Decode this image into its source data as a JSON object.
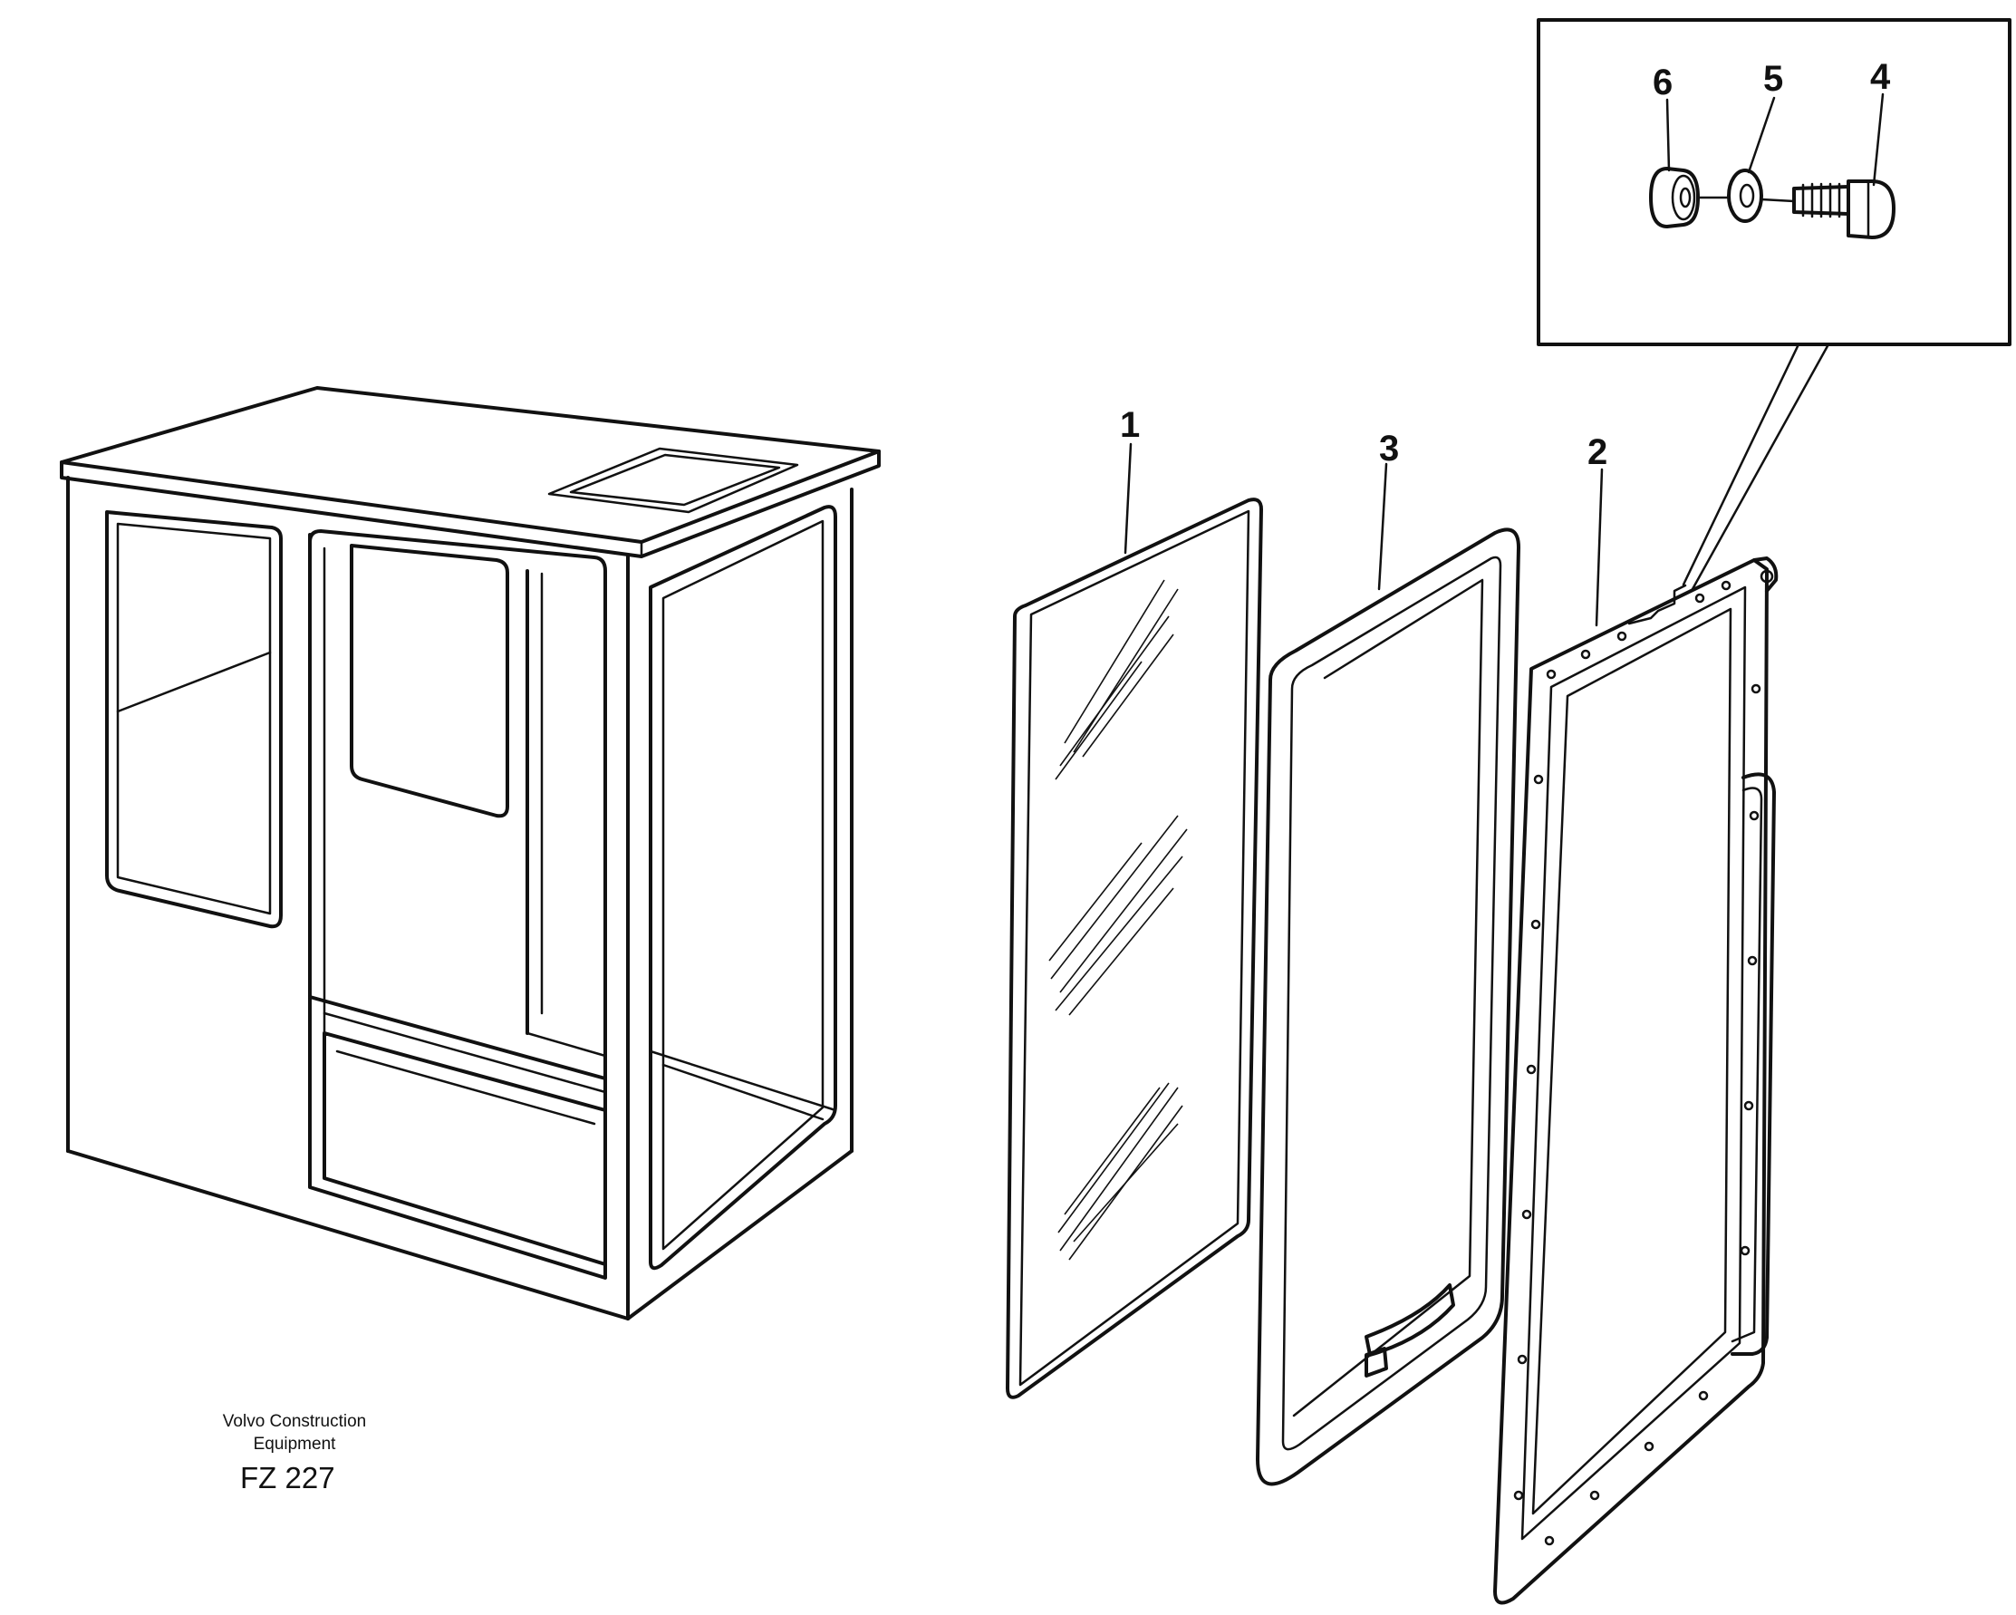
{
  "callouts": {
    "c1": "1",
    "c2": "2",
    "c3": "3",
    "c4": "4",
    "c5": "5",
    "c6": "6"
  },
  "footer": {
    "brand_line1": "Volvo Construction",
    "brand_line2": "Equipment",
    "figure_code": "FZ 227"
  },
  "colors": {
    "ink": "#111111",
    "paper": "#ffffff"
  }
}
